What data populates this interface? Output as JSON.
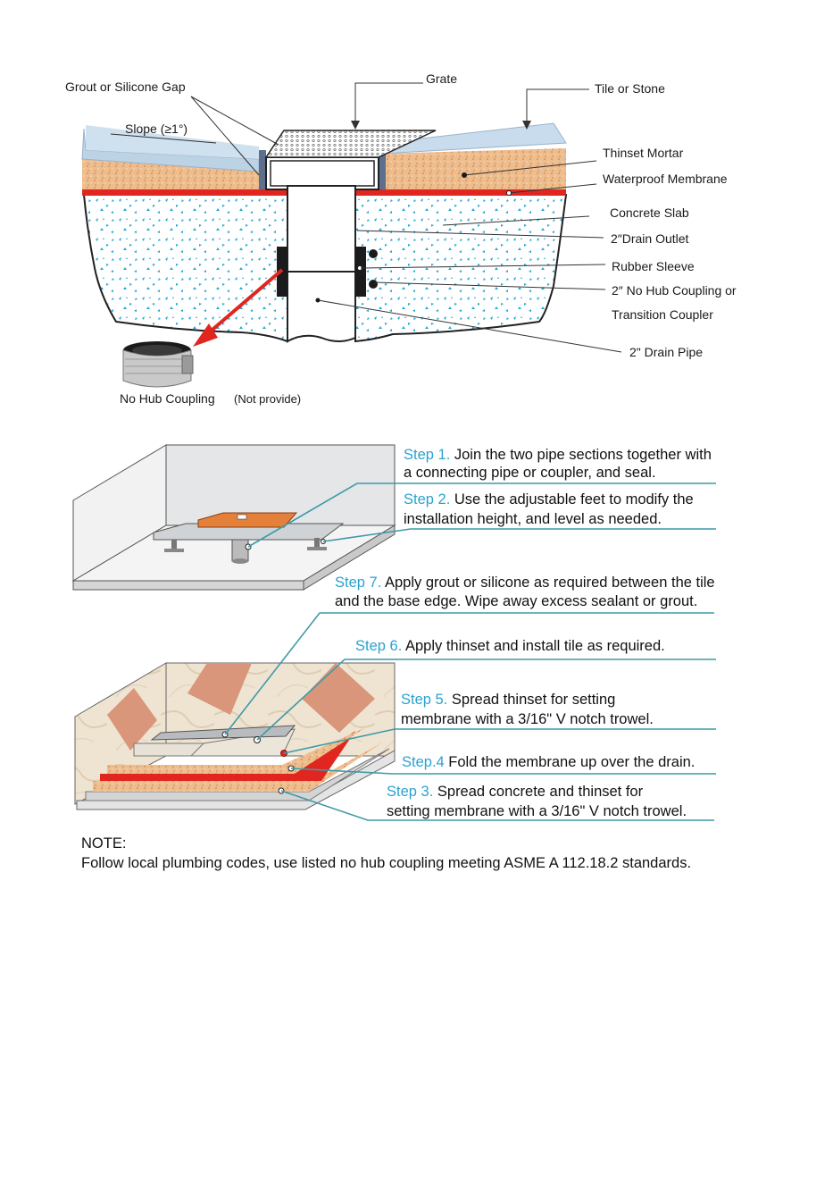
{
  "cross_section": {
    "labels": {
      "grout_gap": "Grout or Silicone Gap",
      "grate": "Grate",
      "tile": "Tile or Stone",
      "slope": "Slope (≥1°)",
      "thinset": "Thinset Mortar",
      "membrane": "Waterproof Membrane",
      "concrete": "Concrete Slab",
      "outlet": "2″Drain Outlet",
      "sleeve": "Rubber Sleeve",
      "coupling_1": "2″ No Hub Coupling or",
      "coupling_2": "Transition Coupler",
      "pipe": "2\" Drain Pipe",
      "nohub_main": "No Hub Coupling",
      "nohub_note": "(Not provide)"
    }
  },
  "steps": {
    "s1": {
      "num": "Step 1.",
      "l1": " Join the two pipe sections together with",
      "l2": "a connecting pipe or coupler, and seal."
    },
    "s2": {
      "num": "Step 2.",
      "l1": " Use the adjustable feet to modify the",
      "l2": "installation height, and level as needed."
    },
    "s7": {
      "num": "Step 7.",
      "l1": " Apply grout or silicone as required between the tile",
      "l2": "and the base edge. Wipe away excess sealant or grout."
    },
    "s6": {
      "num": "Step 6.",
      "l1": " Apply thinset and install tile as required."
    },
    "s5": {
      "num": "Step 5.",
      "l1": " Spread thinset for setting",
      "l2": "membrane with a 3/16\" V notch trowel."
    },
    "s4": {
      "num": "Step.4",
      "l1": " Fold the membrane up over the drain."
    },
    "s3": {
      "num": "Step 3.",
      "l1": "  Spread concrete and  thinset for",
      "l2": "setting membrane with a 3/16\" V notch trowel."
    }
  },
  "note": {
    "title": "NOTE:",
    "text": "Follow local plumbing codes, use listed no hub coupling meeting ASME A 112.18.2 standards."
  },
  "colors": {
    "step_accent": "#2aa3cf",
    "membrane_red": "#e0261f",
    "leader_teal": "#3d9aa8",
    "tile_blue": "#bcd3e6",
    "thinset_tan": "#e9b98a",
    "concrete_dot": "#27a9d4"
  }
}
